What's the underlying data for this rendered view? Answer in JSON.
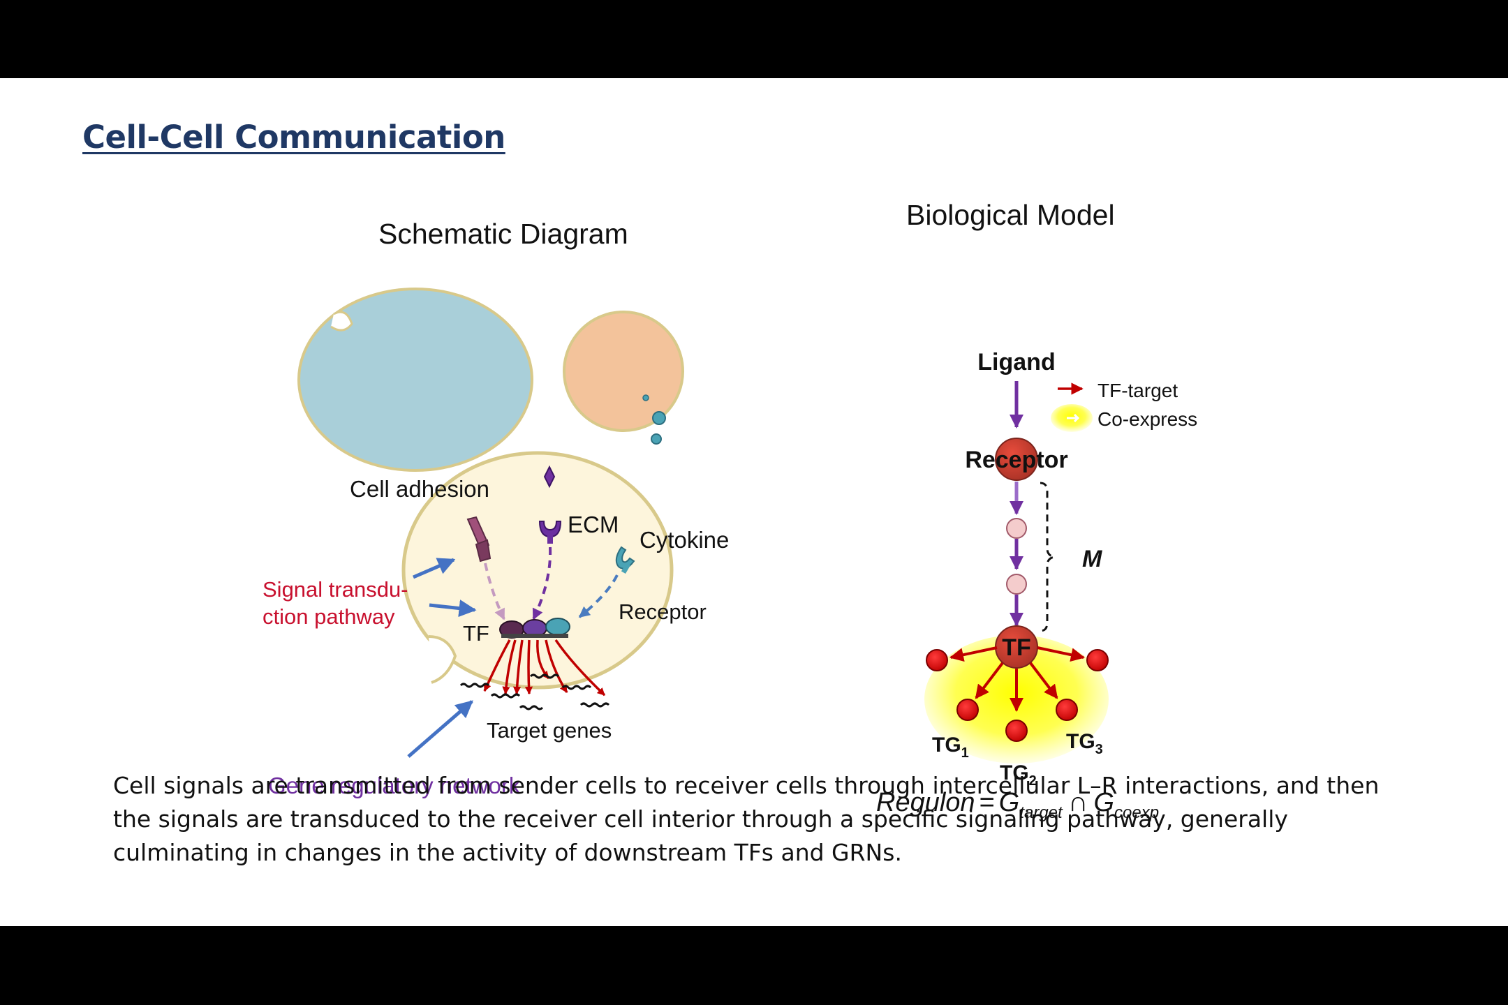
{
  "slide": {
    "title": "Cell-Cell Communication",
    "caption": "Cell signals are transmitted from sender cells to receiver cells through intercellular L–R interactions, and then the signals are transduced to the receiver cell interior through a specific signaling pathway, generally culminating in changes in the activity of downstream TFs and GRNs."
  },
  "schematic": {
    "title": "Schematic Diagram",
    "labels": {
      "cell_adhesion": "Cell adhesion",
      "ecm": "ECM",
      "cytokine": "Cytokine",
      "signal_line1": "Signal transdu-",
      "signal_line2": "ction pathway",
      "receptor": "Receptor",
      "tf": "TF",
      "target_genes": "Target genes",
      "grn": "Gene regulatory network"
    },
    "colors": {
      "sender_cell": "#a9cfd9",
      "second_cell": "#f3c39b",
      "receiver_cell": "#fdf5dc",
      "membrane": "#d8c98a",
      "signal_red": "#c8102e",
      "grn_purple": "#7030a0",
      "blue_arrow": "#4472c4"
    }
  },
  "model": {
    "title": "Biological Model",
    "ligand": "Ligand",
    "receptor": "Receptor",
    "m_label": "M",
    "tf": "TF",
    "tg": "TG",
    "tg1_sub": "1",
    "tg2_sub": "2",
    "tg3_sub": "3",
    "legend_tf_target": "TF-target",
    "legend_coexpress": "Co-express",
    "formula": {
      "lhs": "Regulon",
      "eq": "=",
      "g1": "G",
      "sub1": "target",
      "op": "∩",
      "g2": "G",
      "sub2": "coexp"
    },
    "colors": {
      "node_red": "#c0392b",
      "arrow_purple": "#7030a0",
      "arrow_red": "#c00000",
      "glow_yellow": "#ffff33",
      "intermediate_pink": "#f4cccc"
    }
  }
}
